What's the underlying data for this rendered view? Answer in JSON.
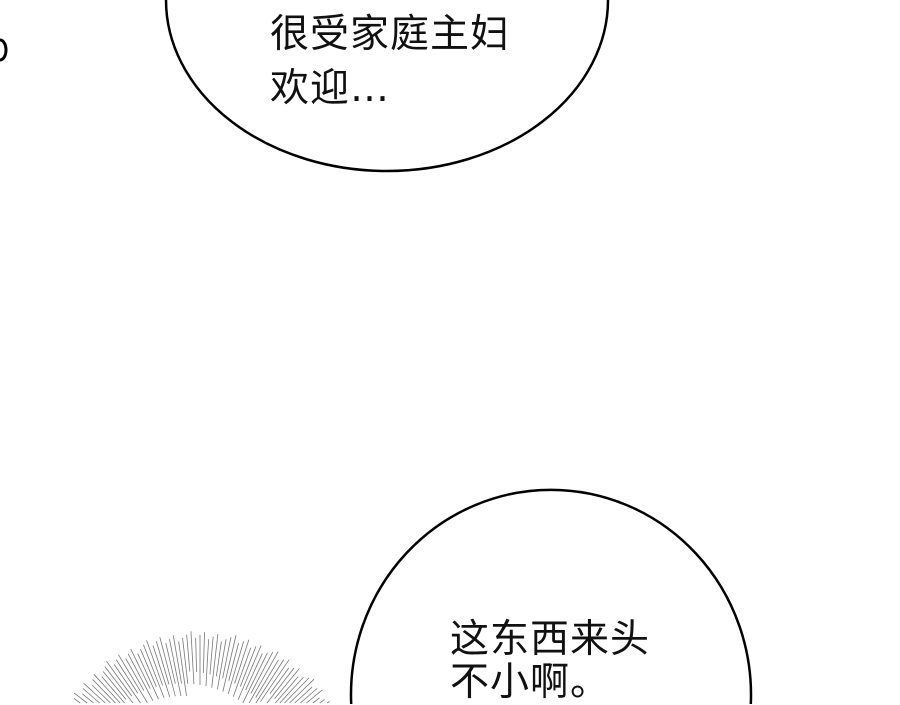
{
  "panel": {
    "bubbles": [
      {
        "lines": [
          "很受家庭主妇",
          "欢迎…"
        ]
      },
      {
        "lines": [
          "这东西来头",
          "不小啊。"
        ]
      }
    ]
  }
}
